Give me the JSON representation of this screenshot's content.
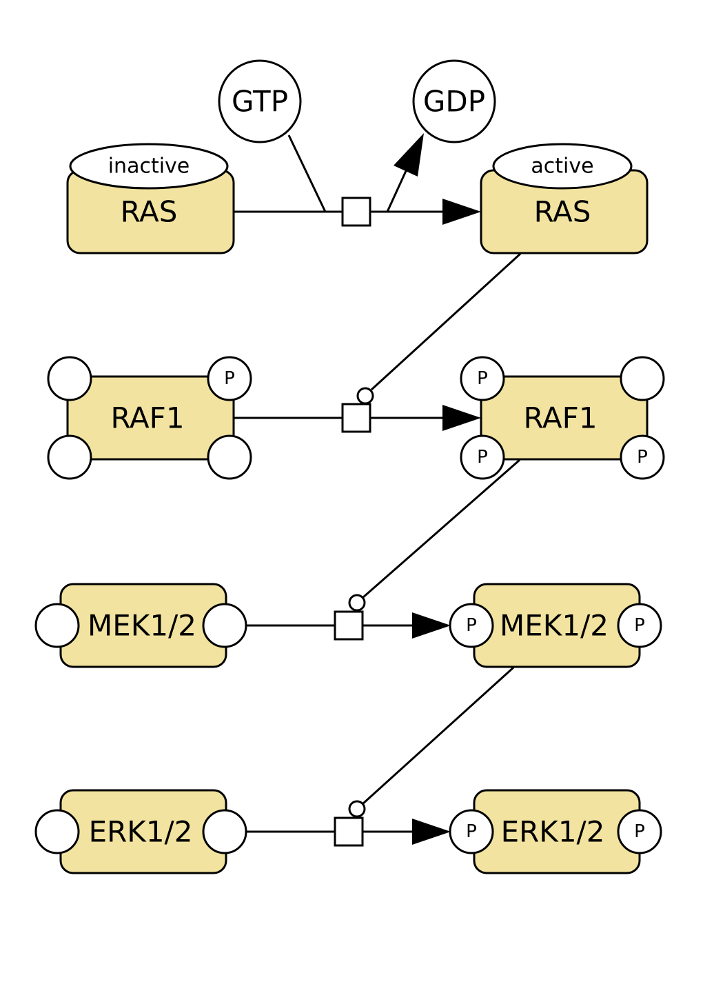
{
  "colors": {
    "macromolecule_fill": "#f2e4a0",
    "stroke": "#000000",
    "background": "#ffffff"
  },
  "metabolites": {
    "gtp": "GTP",
    "gdp": "GDP"
  },
  "ras_inactive": {
    "label": "RAS",
    "state": "inactive"
  },
  "ras_active": {
    "label": "RAS",
    "state": "active"
  },
  "raf1_inactive": {
    "label": "RAF1",
    "sv_tr": "P"
  },
  "raf1_active": {
    "label": "RAF1",
    "sv_tl": "P",
    "sv_bl": "P",
    "sv_br": "P"
  },
  "mek_inactive": {
    "label": "MEK1/2"
  },
  "mek_active": {
    "label": "MEK1/2",
    "sv_l": "P",
    "sv_r": "P"
  },
  "erk_inactive": {
    "label": "ERK1/2"
  },
  "erk_active": {
    "label": "ERK1/2",
    "sv_l": "P",
    "sv_r": "P"
  }
}
